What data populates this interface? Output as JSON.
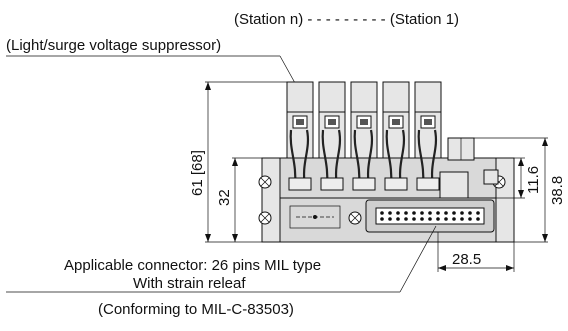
{
  "labels": {
    "station_range": "(Station n) - - - - - - - - - (Station 1)",
    "suppressor": "(Light/surge voltage suppressor)",
    "connector_line1": "Applicable connector: 26 pins MIL type",
    "connector_line2": "With strain releaf",
    "connector_line3": "(Conforming to MIL-C-83503)"
  },
  "dimensions": {
    "height_total": "61 [68]",
    "height_body": "32",
    "right_upper": "11.6",
    "right_total": "38.8",
    "bottom_width": "28.5"
  },
  "valve_count": 5
}
